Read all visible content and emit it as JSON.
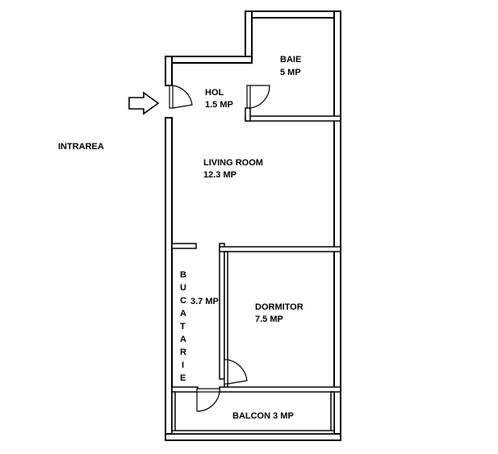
{
  "entrance": {
    "label": "INTRAREA"
  },
  "rooms": {
    "hol": {
      "name": "HOL",
      "area": "1.5 MP"
    },
    "baie": {
      "name": "BAIE",
      "area": "5 MP"
    },
    "living": {
      "name": "LIVING ROOM",
      "area": "12.3 MP"
    },
    "bucatarie": {
      "letters": [
        "B",
        "U",
        "C",
        "A",
        "T",
        "A",
        "R",
        "I",
        "E"
      ],
      "area": "3.7 MP"
    },
    "dormitor": {
      "name": "DORMITOR",
      "area": "7.5 MP"
    },
    "balcon": {
      "label": "BALCON 3 MP"
    }
  },
  "icons": {
    "entrance_arrow": "right-arrow-icon"
  }
}
